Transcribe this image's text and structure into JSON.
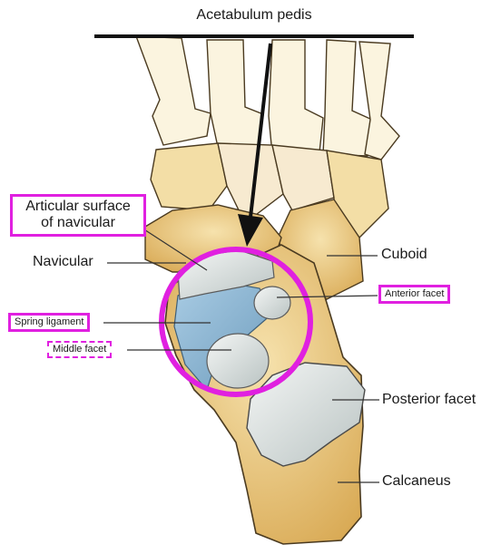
{
  "title": "Acetabulum pedis",
  "labels": {
    "articular_line1": "Articular surface",
    "articular_line2": "of navicular",
    "navicular": "Navicular",
    "spring_ligament": "Spring ligament",
    "middle_facet": "Middle facet",
    "cuboid": "Cuboid",
    "anterior_facet": "Anterior facet",
    "posterior_facet": "Posterior facet",
    "calcaneus": "Calcaneus"
  },
  "colors": {
    "highlight": "#e020e0",
    "bone": "#e9c983",
    "bone_light": "#fbf2d8",
    "cartilage": "#dfe3e2",
    "ligament": "#8fb7d4",
    "outline": "#4a3a20"
  }
}
